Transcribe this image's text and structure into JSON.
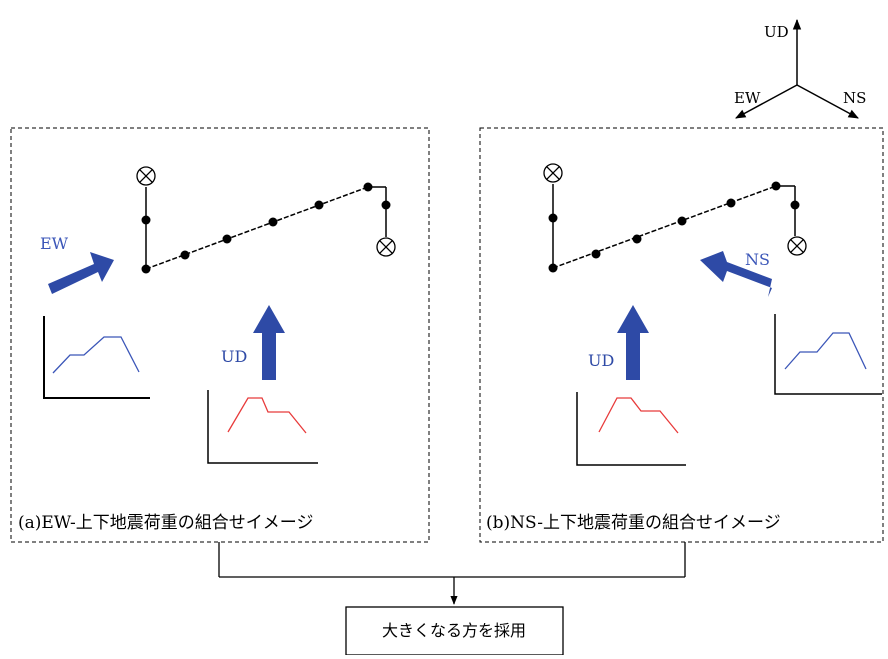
{
  "axes": {
    "ud": "UD",
    "ew": "EW",
    "ns": "NS"
  },
  "panel_a": {
    "caption": "(a)EW-上下地震荷重の組合せイメージ",
    "horizontal_label": "EW",
    "vertical_label": "UD"
  },
  "panel_b": {
    "caption": "(b)NS-上下地震荷重の組合せイメージ",
    "horizontal_label": "NS",
    "vertical_label": "UD"
  },
  "result": {
    "label": "大きくなる方を採用"
  },
  "colors": {
    "arrow": "#2e4aa6",
    "horizontal_spectrum": "#3b56b8",
    "vertical_spectrum": "#e83b3b",
    "line": "#000000"
  }
}
